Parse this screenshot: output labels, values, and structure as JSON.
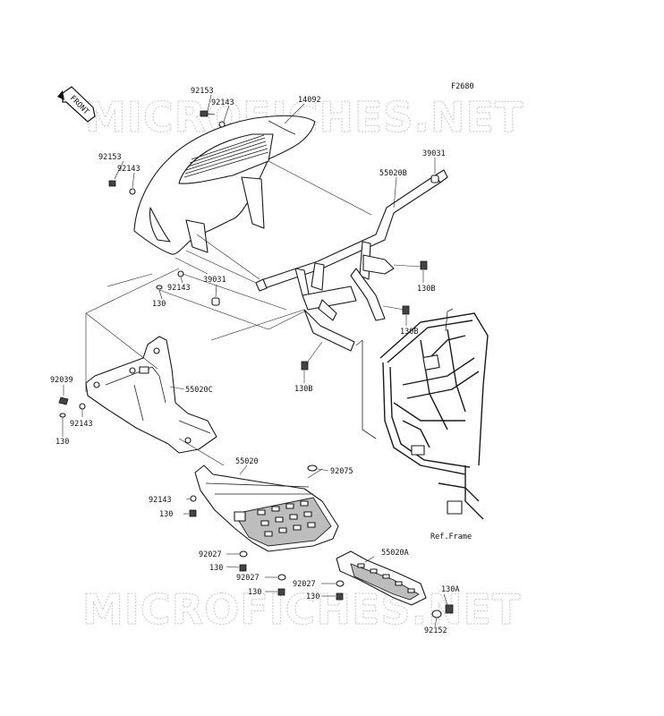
{
  "figure_code": "F2680",
  "front_indicator": "FRONT",
  "watermark_top": "MICROFICHES.NET",
  "watermark_bottom": "MICROFICHES.NET",
  "reference_label": "Ref.Frame",
  "part_labels": {
    "p92153_top": "92153",
    "p92143_top": "92143",
    "p14092": "14092",
    "p92153_left": "92153",
    "p92143_left": "92143",
    "p39031_right": "39031",
    "p55020B": "55020B",
    "p92143_mid": "92143",
    "p130_mid": "130",
    "p39031_mid": "39031",
    "p130B_a": "130B",
    "p130B_b": "130B",
    "p130B_c": "130B",
    "p92039": "92039",
    "p55020C": "55020C",
    "p92143_low": "92143",
    "p130_low": "130",
    "p55020": "55020",
    "p92075": "92075",
    "p92143_b": "92143",
    "p130_b": "130",
    "p92027_a": "92027",
    "p130_c": "130",
    "p92027_b": "92027",
    "p130_d": "130",
    "p92027_c": "92027",
    "p130_e": "130",
    "p55020A": "55020A",
    "p130A": "130A",
    "p92152": "92152"
  }
}
